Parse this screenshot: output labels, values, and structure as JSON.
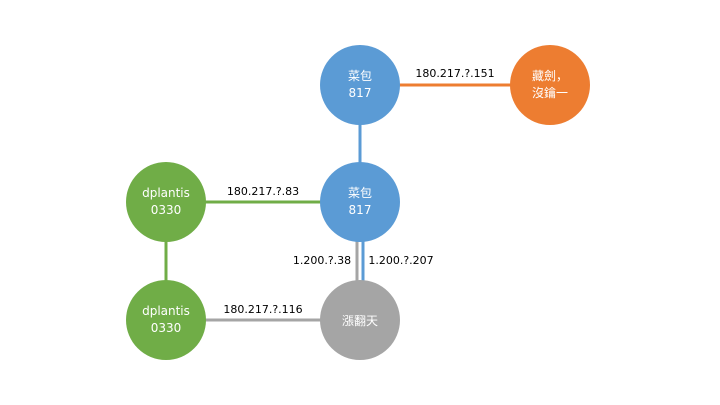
{
  "colors": {
    "blue": "#5b9bd5",
    "orange": "#ed7d31",
    "green": "#70ad47",
    "gray": "#a5a5a5"
  },
  "nodes": {
    "caibao_top": {
      "line1": "菜包",
      "line2": "817"
    },
    "cangjian": {
      "line1": "藏劍，",
      "line2": "沒鑰一"
    },
    "caibao_mid": {
      "line1": "菜包",
      "line2": "817"
    },
    "dplantis_top": {
      "line1": "dplantis",
      "line2": "0330"
    },
    "dplantis_bottom": {
      "line1": "dplantis",
      "line2": "0330"
    },
    "zhangfantian": {
      "line1": "漲翻天"
    }
  },
  "edges": {
    "caibao_top_cangjian": "180.217.?.151",
    "dplantis_caibao_mid": "180.217.?.83",
    "dplantis_zhangfantian": "180.217.?.116",
    "zhangfantian_caibao_left": "1.200.?.38",
    "zhangfantian_caibao_right": "1.200.?.207"
  }
}
